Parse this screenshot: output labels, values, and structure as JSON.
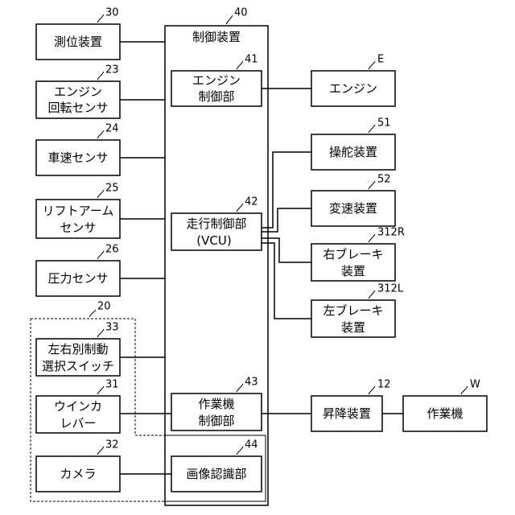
{
  "control_device": {
    "label": "制御装置",
    "ref": "40"
  },
  "group_20": {
    "ref": "20"
  },
  "group_44": {
    "ref": "44"
  },
  "left_boxes": {
    "positioning": {
      "lines": [
        "測位装置"
      ],
      "ref": "30"
    },
    "engine_speed_sensor": {
      "lines": [
        "エンジン",
        "回転センサ"
      ],
      "ref": "23"
    },
    "vehicle_speed_sensor": {
      "lines": [
        "車速センサ"
      ],
      "ref": "24"
    },
    "lift_arm_sensor": {
      "lines": [
        "リフトアーム",
        "センサ"
      ],
      "ref": "25"
    },
    "pressure_sensor": {
      "lines": [
        "圧力センサ"
      ],
      "ref": "26"
    },
    "lr_brake_switch": {
      "lines": [
        "左右別制動",
        "選択スイッチ"
      ],
      "ref": "33"
    },
    "turn_signal_lever": {
      "lines": [
        "ウインカ",
        "レバー"
      ],
      "ref": "31"
    },
    "camera": {
      "lines": [
        "カメラ"
      ],
      "ref": "32"
    }
  },
  "inner_boxes": {
    "engine_control": {
      "lines": [
        "エンジン",
        "制御部"
      ],
      "ref": "41"
    },
    "travel_control": {
      "lines": [
        "走行制御部",
        "(VCU)"
      ],
      "ref": "42"
    },
    "work_machine_control": {
      "lines": [
        "作業機",
        "制御部"
      ],
      "ref": "43"
    },
    "image_recognition": {
      "lines": [
        "画像認識部"
      ],
      "ref": "44"
    }
  },
  "right_boxes": {
    "engine": {
      "lines": [
        "エンジン"
      ],
      "ref": "E"
    },
    "steering": {
      "lines": [
        "操舵装置"
      ],
      "ref": "51"
    },
    "transmission": {
      "lines": [
        "変速装置"
      ],
      "ref": "52"
    },
    "right_brake": {
      "lines": [
        "右ブレーキ",
        "装置"
      ],
      "ref": "312R"
    },
    "left_brake": {
      "lines": [
        "左ブレーキ",
        "装置"
      ],
      "ref": "312L"
    },
    "lift": {
      "lines": [
        "昇降装置"
      ],
      "ref": "12"
    },
    "work_machine": {
      "lines": [
        "作業機"
      ],
      "ref": "W"
    }
  }
}
